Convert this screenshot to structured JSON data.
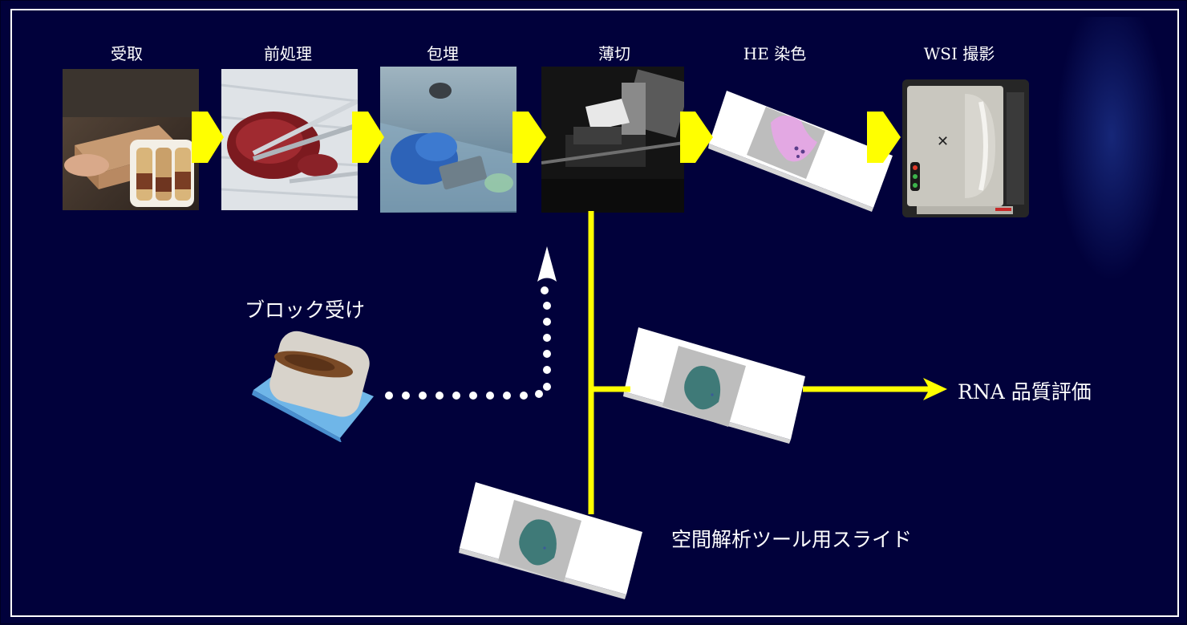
{
  "steps": [
    {
      "label": "受取",
      "icon": "package-receipt-photo"
    },
    {
      "label": "前処理",
      "icon": "tissue-trimming-photo"
    },
    {
      "label": "包埋",
      "icon": "embedding-photo"
    },
    {
      "label": "薄切",
      "icon": "microtome-photo"
    },
    {
      "label": "HE 染色",
      "icon": "he-stained-slide"
    },
    {
      "label": "WSI 撮影",
      "icon": "slide-scanner"
    }
  ],
  "block_receipt": {
    "label": "ブロック受け"
  },
  "rna_evaluation": {
    "label": "RNA 品質評価"
  },
  "spatial_slide": {
    "label": "空間解析ツール用スライド"
  },
  "colors": {
    "background": "#01013b",
    "connector": "#ffff00",
    "dotted": "#ffffff",
    "he_tissue": "#e3a8e3",
    "unstained_tissue": "#3f7a78"
  }
}
